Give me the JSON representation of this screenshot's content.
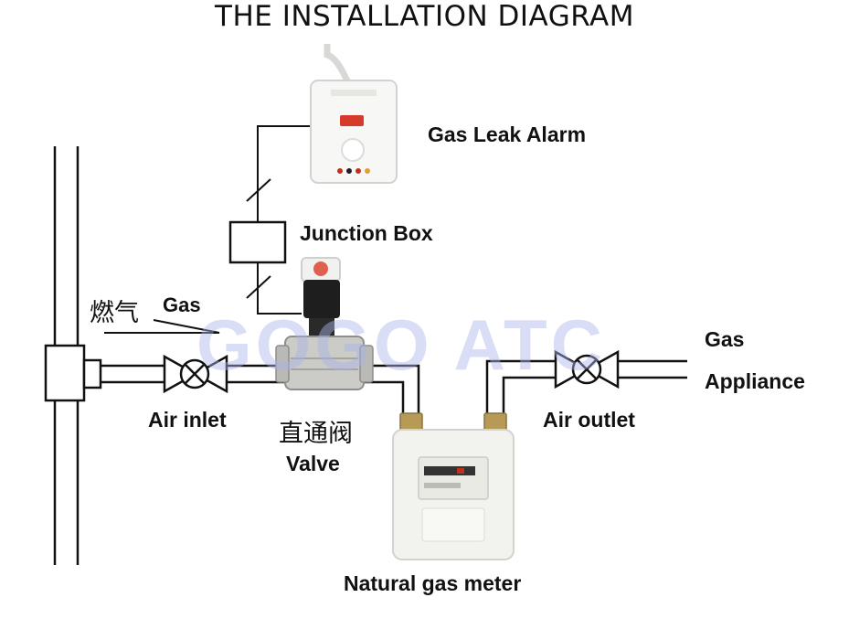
{
  "title": "THE INSTALLATION DIAGRAM",
  "watermark": "GOGO ATC",
  "labels": {
    "gas_leak_alarm": "Gas Leak Alarm",
    "junction_box": "Junction Box",
    "gas_cn": "燃气",
    "gas": "Gas",
    "air_inlet": "Air inlet",
    "valve_cn": "直通阀",
    "valve": "Valve",
    "air_outlet": "Air outlet",
    "appliance_gas": "Gas",
    "appliance": "Appliance",
    "meter": "Natural gas meter"
  },
  "colors": {
    "line": "#111111",
    "device_body": "#f4f5f1",
    "valve_metal": "#c8c8c4",
    "solenoid": "#1b1b1b",
    "brass": "#b79a55",
    "watermark": "#aab4eb"
  }
}
